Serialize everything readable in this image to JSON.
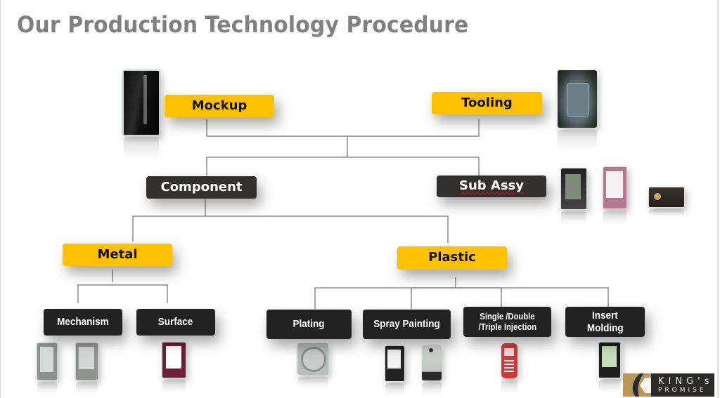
{
  "title": "Our Production Technology Procedure",
  "nodes": {
    "mockup": "Mockup",
    "tooling": "Tooling",
    "component": "Component",
    "sub_assy": "Sub Assy",
    "metal": "Metal",
    "plastic": "Plastic",
    "mechanism": "Mechanism",
    "surface": "Surface",
    "plating": "Plating",
    "spray_painting": "Spray Painting",
    "injection_line1": "Single /Double",
    "injection_line2": "/Triple Injection",
    "insert_molding_line1": "Insert",
    "insert_molding_line2": "Molding"
  },
  "colors": {
    "gold": "#ffc000",
    "dark": "#333130",
    "title_gray": "#808080",
    "connector": "#8c8c8c"
  },
  "logo": {
    "line1": "KING's",
    "line2": "PROMISE"
  }
}
